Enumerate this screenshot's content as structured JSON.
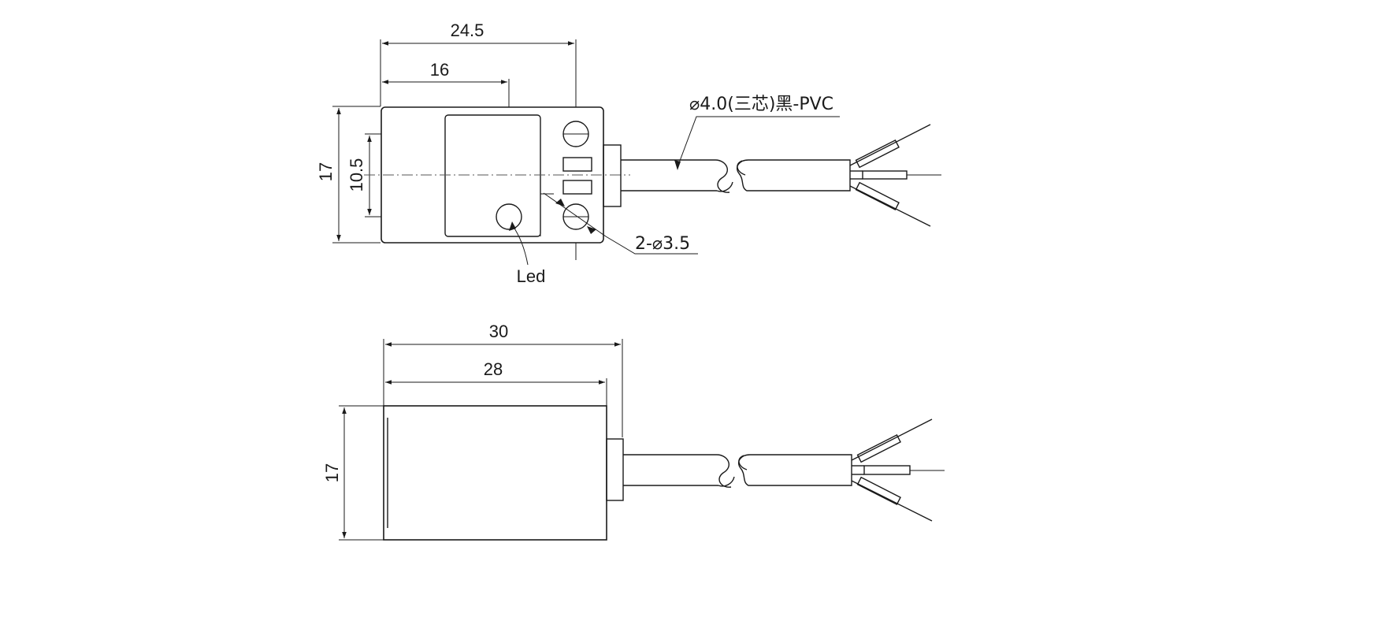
{
  "top_view": {
    "dim_width_total": "24.5",
    "dim_width_led": "16",
    "dim_height": "17",
    "dim_hole_spacing": "10.5",
    "cable_label": "⌀4.0(三芯)黑-PVC",
    "hole_label": "2-⌀3.5",
    "led_label": "Led"
  },
  "side_view": {
    "dim_length_total": "30",
    "dim_length_body": "28",
    "dim_height": "17"
  }
}
